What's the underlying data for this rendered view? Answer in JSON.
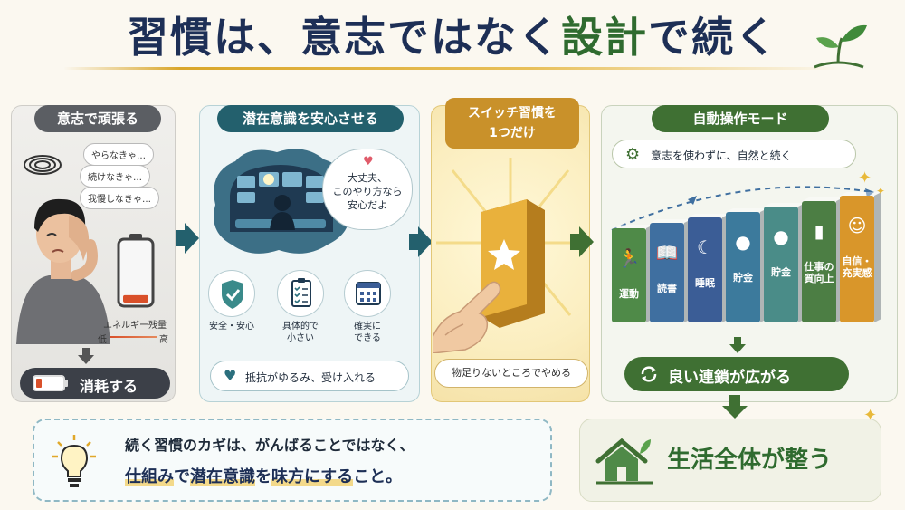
{
  "title": {
    "part1": "習慣は、意志では",
    "part2": "なく",
    "accent": "設計",
    "part3": "で続く"
  },
  "panel1": {
    "header": "意志で頑張る",
    "bubbles": [
      "やらなきゃ…",
      "続けなきゃ…",
      "我慢しなきゃ…"
    ],
    "energy_label": "エネルギー残量",
    "energy_low": "低",
    "energy_high": "高",
    "energy_level": 0.12,
    "result": "消耗する"
  },
  "panel2": {
    "header": "潜在意識を安心させる",
    "bubble_line1": "大丈夫、",
    "bubble_line2": "このやり方なら",
    "bubble_line3": "安心だよ",
    "features": [
      {
        "icon": "shield-check-icon",
        "line1": "安全・安心",
        "line2": ""
      },
      {
        "icon": "checklist-icon",
        "line1": "具体的で",
        "line2": "小さい"
      },
      {
        "icon": "calendar-icon",
        "line1": "確実に",
        "line2": "できる"
      }
    ],
    "result": "抵抗がゆるみ、受け入れる"
  },
  "panel3": {
    "header_line1": "スイッチ習慣を",
    "header_line2": "1つだけ",
    "caption": "物足りないところでやめる"
  },
  "panel4": {
    "header": "自動操作モード",
    "subtitle": "意志を使わずに、自然と続く",
    "dominos": [
      {
        "label1": "運動",
        "label2": "",
        "icon": "running-icon",
        "color": "#4f8a48"
      },
      {
        "label1": "読書",
        "label2": "",
        "icon": "book-icon",
        "color": "#3f6fa0"
      },
      {
        "label1": "睡眠",
        "label2": "",
        "icon": "moon-icon",
        "color": "#3b5d96"
      },
      {
        "label1": "貯金",
        "label2": "",
        "icon": "piggy-bank-icon",
        "color": "#3c7a9c"
      },
      {
        "label1": "貯金",
        "label2": "",
        "icon": "piggy-bank-icon",
        "color": "#4a8c88"
      },
      {
        "label1": "仕事の",
        "label2": "質向上",
        "icon": "bar-chart-icon",
        "color": "#4c7e44"
      },
      {
        "label1": "自信・",
        "label2": "充実感",
        "icon": "smile-icon",
        "color": "#d9962a"
      }
    ],
    "result": "良い連鎖が広がる"
  },
  "key_message": {
    "line1": "続く習慣のカギは、がんばることではなく、",
    "line2_highlight1": "仕組み",
    "line2_mid1": "で",
    "line2_highlight2": "潜在意識",
    "line2_mid2": "を",
    "line2_highlight3": "味方にする",
    "line2_end": "こと。"
  },
  "life": {
    "label": "生活全体が整う"
  },
  "colors": {
    "navy": "#1d2f56",
    "green": "#3f7033",
    "teal": "#23606d",
    "gold": "#c9912a",
    "grey": "#5b5e63"
  }
}
